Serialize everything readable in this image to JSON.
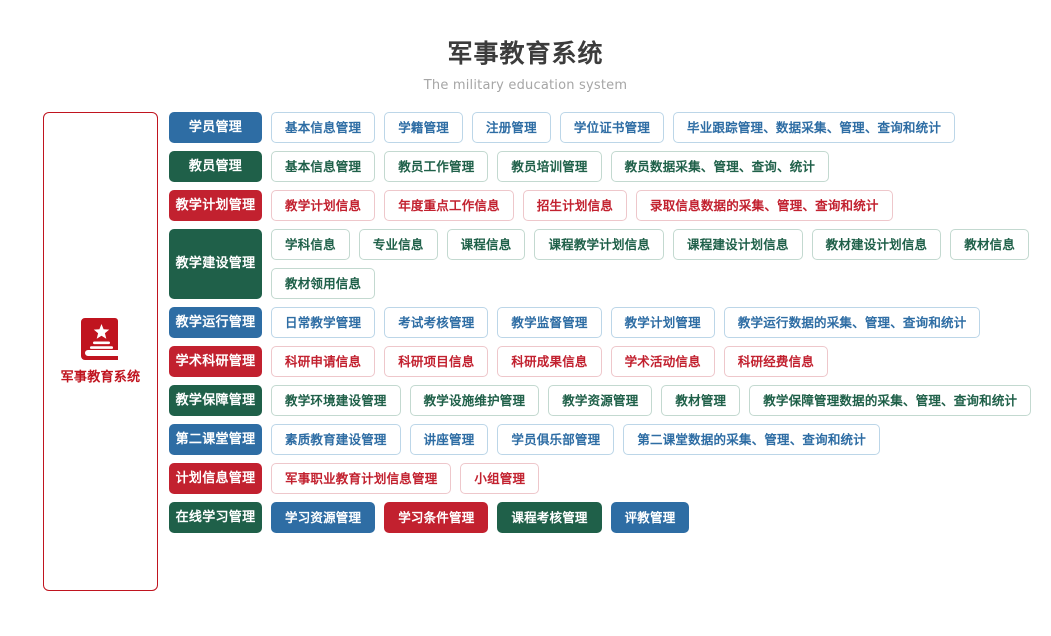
{
  "header": {
    "title": "军事教育系统",
    "subtitle": "The military education system"
  },
  "sidebar": {
    "icon": "book-star-icon",
    "label": "军事教育系统",
    "accent_color": "#c0141f"
  },
  "colors": {
    "blue": "#2e6da4",
    "green": "#1f6049",
    "red": "#c2212f",
    "outline_blue_border": "#bcd6e8",
    "outline_green_border": "#c3d9d0",
    "outline_red_border": "#eec7cb",
    "title": "#3c3c3c",
    "subtitle": "#a6a6a6"
  },
  "rows": [
    {
      "category": "学员管理",
      "color": "blue",
      "child_style": "outline",
      "children": [
        "基本信息管理",
        "学籍管理",
        "注册管理",
        "学位证书管理",
        "毕业跟踪管理、数据采集、管理、查询和统计"
      ]
    },
    {
      "category": "教员管理",
      "color": "green",
      "child_style": "outline",
      "children": [
        "基本信息管理",
        "教员工作管理",
        "教员培训管理",
        "教员数据采集、管理、查询、统计"
      ]
    },
    {
      "category": "教学计划管理",
      "color": "red",
      "child_style": "outline",
      "children": [
        "教学计划信息",
        "年度重点工作信息",
        "招生计划信息",
        "录取信息数据的采集、管理、查询和统计"
      ]
    },
    {
      "category": "教学建设管理",
      "color": "green",
      "child_style": "outline",
      "children": [
        "学科信息",
        "专业信息",
        "课程信息",
        "课程教学计划信息",
        "课程建设计划信息",
        "教材建设计划信息",
        "教材信息",
        "教材领用信息"
      ]
    },
    {
      "category": "教学运行管理",
      "color": "blue",
      "child_style": "outline",
      "children": [
        "日常教学管理",
        "考试考核管理",
        "教学监督管理",
        "教学计划管理",
        "教学运行数据的采集、管理、查询和统计"
      ]
    },
    {
      "category": "学术科研管理",
      "color": "red",
      "child_style": "outline",
      "children": [
        "科研申请信息",
        "科研项目信息",
        "科研成果信息",
        "学术活动信息",
        "科研经费信息"
      ]
    },
    {
      "category": "教学保障管理",
      "color": "green",
      "child_style": "outline",
      "children": [
        "教学环境建设管理",
        "教学设施维护管理",
        "教学资源管理",
        "教材管理",
        "教学保障管理数据的采集、管理、查询和统计"
      ]
    },
    {
      "category": "第二课堂管理",
      "color": "blue",
      "child_style": "outline",
      "children": [
        "素质教育建设管理",
        "讲座管理",
        "学员俱乐部管理",
        "第二课堂数据的采集、管理、查询和统计"
      ]
    },
    {
      "category": "计划信息管理",
      "color": "red",
      "child_style": "outline",
      "children": [
        "军事职业教育计划信息管理",
        "小组管理"
      ]
    },
    {
      "category": "在线学习管理",
      "color": "green",
      "child_style": "solid",
      "child_colors": [
        "blue",
        "red",
        "green",
        "blue"
      ],
      "children": [
        "学习资源管理",
        "学习条件管理",
        "课程考核管理",
        "评教管理"
      ]
    }
  ]
}
